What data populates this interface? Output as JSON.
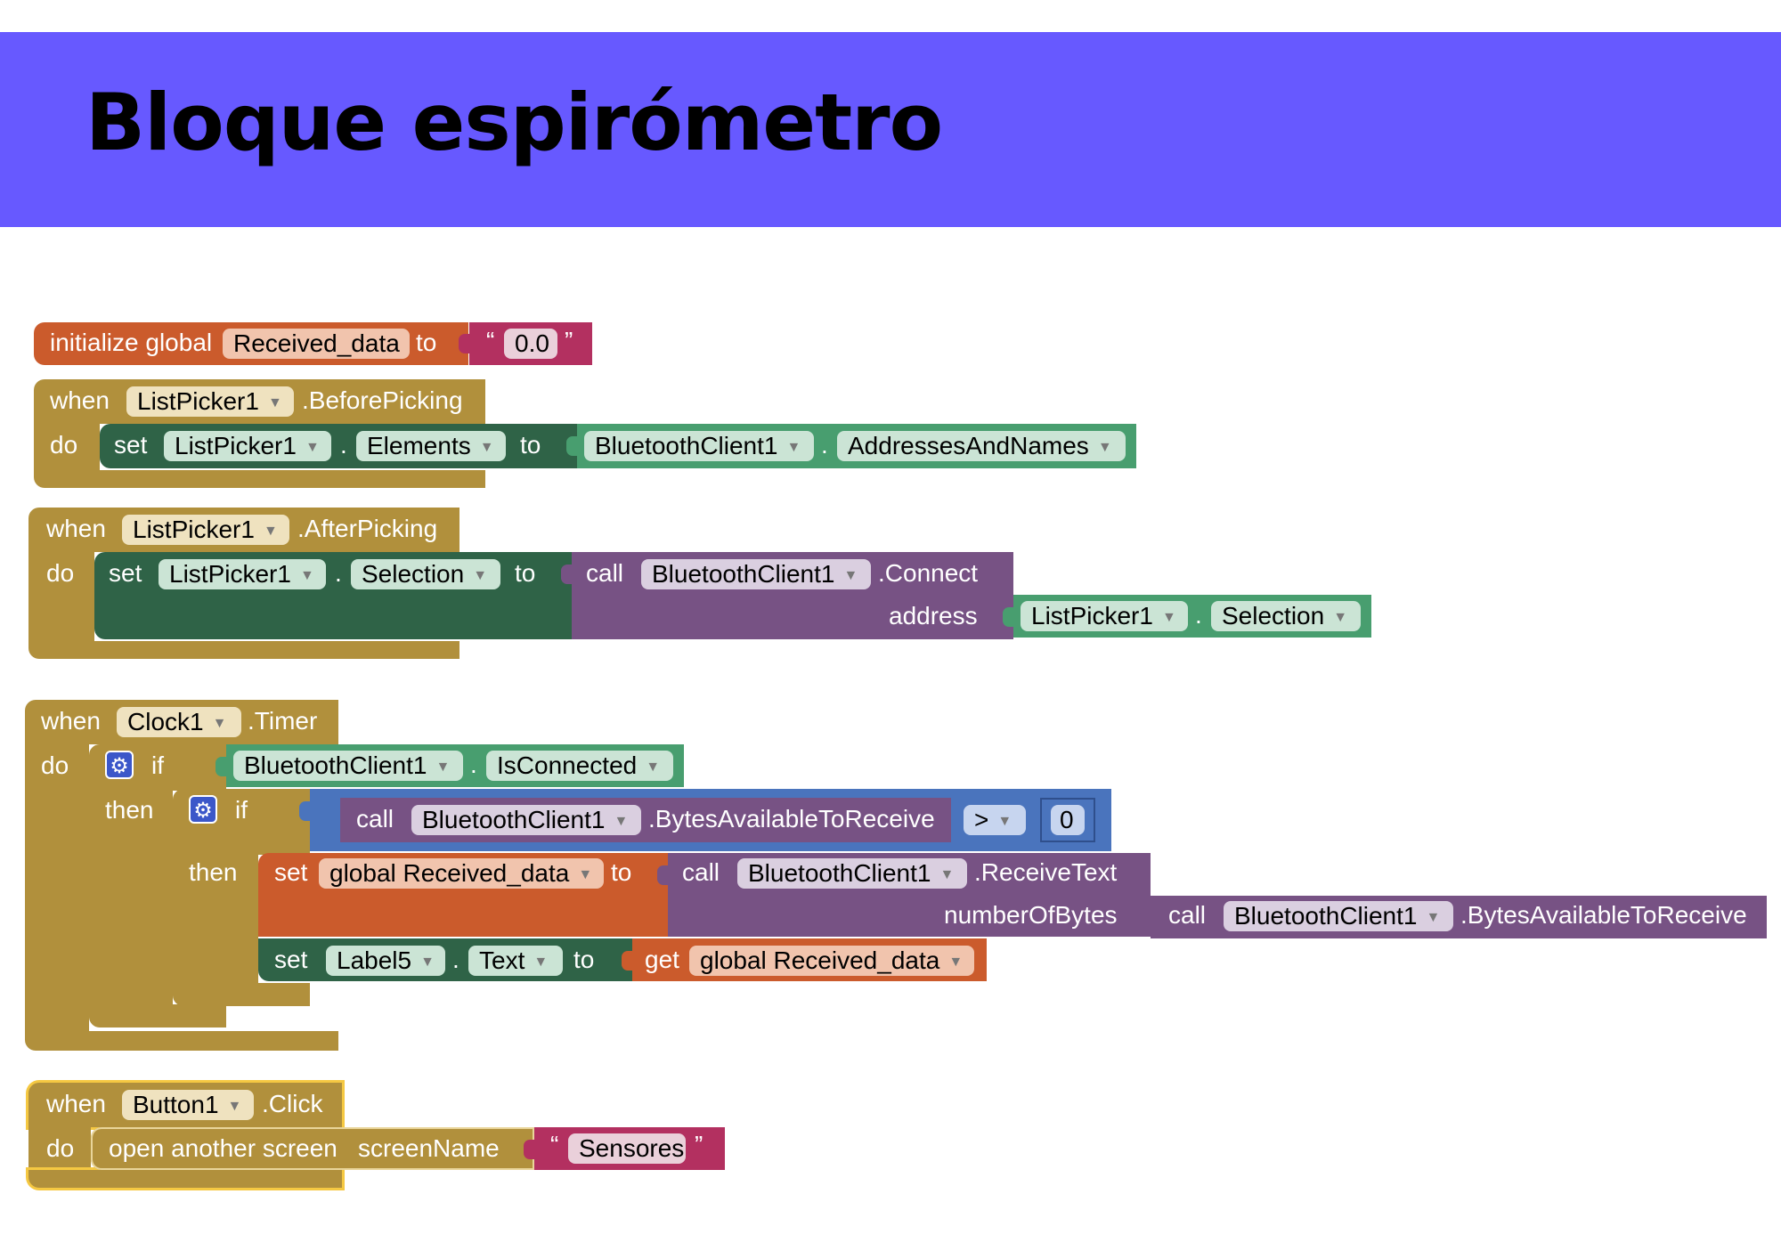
{
  "page": {
    "title": "Bloque espirómetro"
  },
  "colors": {
    "banner": "#6759ff",
    "event": "#b1903c",
    "setter": "#2f6347",
    "getter": "#489e6f",
    "call": "#775284",
    "variable": "#cb5b2c",
    "control": "#4a74bd",
    "text": "#b33060"
  },
  "init_block": {
    "label": "initialize global",
    "var_name": "Received_data",
    "to": "to",
    "quote_open": "“",
    "value": "0.0",
    "quote_close": "”"
  },
  "before_picking": {
    "when": "when",
    "component": "ListPicker1",
    "event": ".BeforePicking",
    "do": "do",
    "set": "set",
    "set_component": "ListPicker1",
    "dot": ".",
    "property": "Elements",
    "to": "to",
    "src_component": "BluetoothClient1",
    "src_property": "AddressesAndNames"
  },
  "after_picking": {
    "when": "when",
    "component": "ListPicker1",
    "event": ".AfterPicking",
    "do": "do",
    "set": "set",
    "set_component": "ListPicker1",
    "dot": ".",
    "property": "Selection",
    "to": "to",
    "call": "call",
    "call_component": "BluetoothClient1",
    "method": ".Connect",
    "arg_label": "address",
    "arg_component": "ListPicker1",
    "arg_property": "Selection"
  },
  "clock_timer": {
    "when": "when",
    "component": "Clock1",
    "event": ".Timer",
    "do": "do",
    "if1": "if",
    "then1": "then",
    "cond_component": "BluetoothClient1",
    "dot": ".",
    "cond_property": "IsConnected",
    "if2": "if",
    "then2": "then",
    "cmp_call": "call",
    "cmp_component": "BluetoothClient1",
    "cmp_method": ".BytesAvailableToReceive",
    "cmp_op": ">",
    "cmp_value": "0",
    "set1": "set",
    "set1_var": "global Received_data",
    "set1_to": "to",
    "rx_call": "call",
    "rx_component": "BluetoothClient1",
    "rx_method": ".ReceiveText",
    "rx_arg": "numberOfBytes",
    "bytes_call": "call",
    "bytes_component": "BluetoothClient1",
    "bytes_method": ".BytesAvailableToReceive",
    "set2": "set",
    "set2_component": "Label5",
    "set2_property": "Text",
    "set2_to": "to",
    "get": "get",
    "get_var": "global Received_data"
  },
  "button_click": {
    "when": "when",
    "component": "Button1",
    "event": ".Click",
    "do": "do",
    "action": "open another screen",
    "arg_label": "screenName",
    "quote_open": "“",
    "value": "Sensores",
    "quote_close": "”"
  }
}
